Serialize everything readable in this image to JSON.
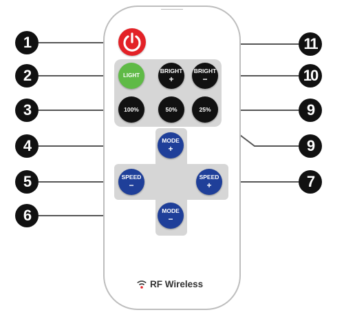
{
  "callouts": [
    "1",
    "2",
    "3",
    "4",
    "5",
    "6",
    "11",
    "10",
    "9",
    "9",
    "7"
  ],
  "buttons": {
    "light": {
      "label": "LIGHT"
    },
    "bright_up": {
      "label": "BRIGHT",
      "sign": "+"
    },
    "bright_down": {
      "label": "BRIGHT",
      "sign": "−"
    },
    "pct100": {
      "label": "100%"
    },
    "pct50": {
      "label": "50%"
    },
    "pct25": {
      "label": "25%"
    },
    "mode_up": {
      "label": "MODE",
      "sign": "+"
    },
    "mode_down": {
      "label": "MODE",
      "sign": "−"
    },
    "speed_down": {
      "label": "SPEED",
      "sign": "−"
    },
    "speed_up": {
      "label": "SPEED",
      "sign": "+"
    }
  },
  "brand": {
    "label": "RF Wireless"
  },
  "colors": {
    "power": "#e32227",
    "light": "#5fba46",
    "dark_button": "#111111",
    "blue_button": "#1f3f99",
    "panel": "#d6d6d6"
  }
}
